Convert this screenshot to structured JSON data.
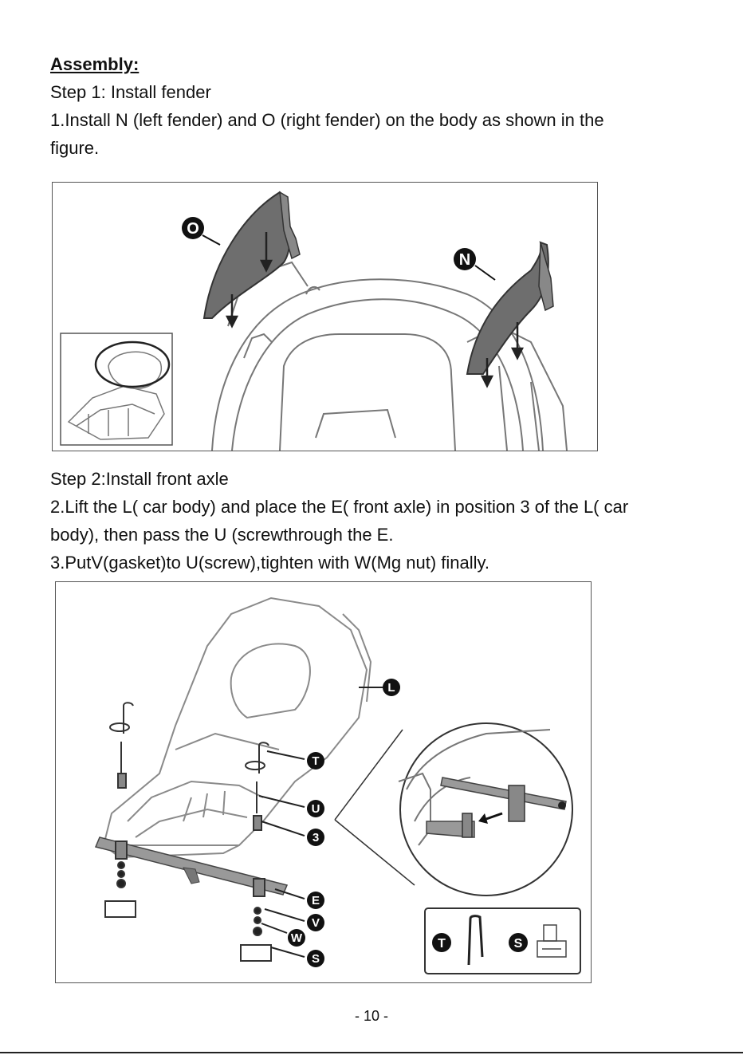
{
  "assembly_heading": "Assembly:",
  "step1": {
    "title": "Step 1: Install fender",
    "instruction_line1": "1.Install N (left fender) and O (right fender) on the body as shown in the",
    "instruction_line2": "figure.",
    "callouts": [
      "O",
      "N"
    ]
  },
  "step2": {
    "title": "Step 2:Install front axle",
    "instruction2_line1": "2.Lift the L( car body) and place the E( front axle) in position 3 of the L( car",
    "instruction2_line2": "body), then pass the U (screwthrough the E.",
    "instruction3": "3.PutV(gasket)to U(screw),tighten with W(Mg nut) finally.",
    "callouts": [
      "L",
      "T",
      "U",
      "3",
      "E",
      "V",
      "W",
      "S"
    ],
    "legend": [
      "T",
      "S"
    ]
  },
  "page_number": "- 10 -"
}
